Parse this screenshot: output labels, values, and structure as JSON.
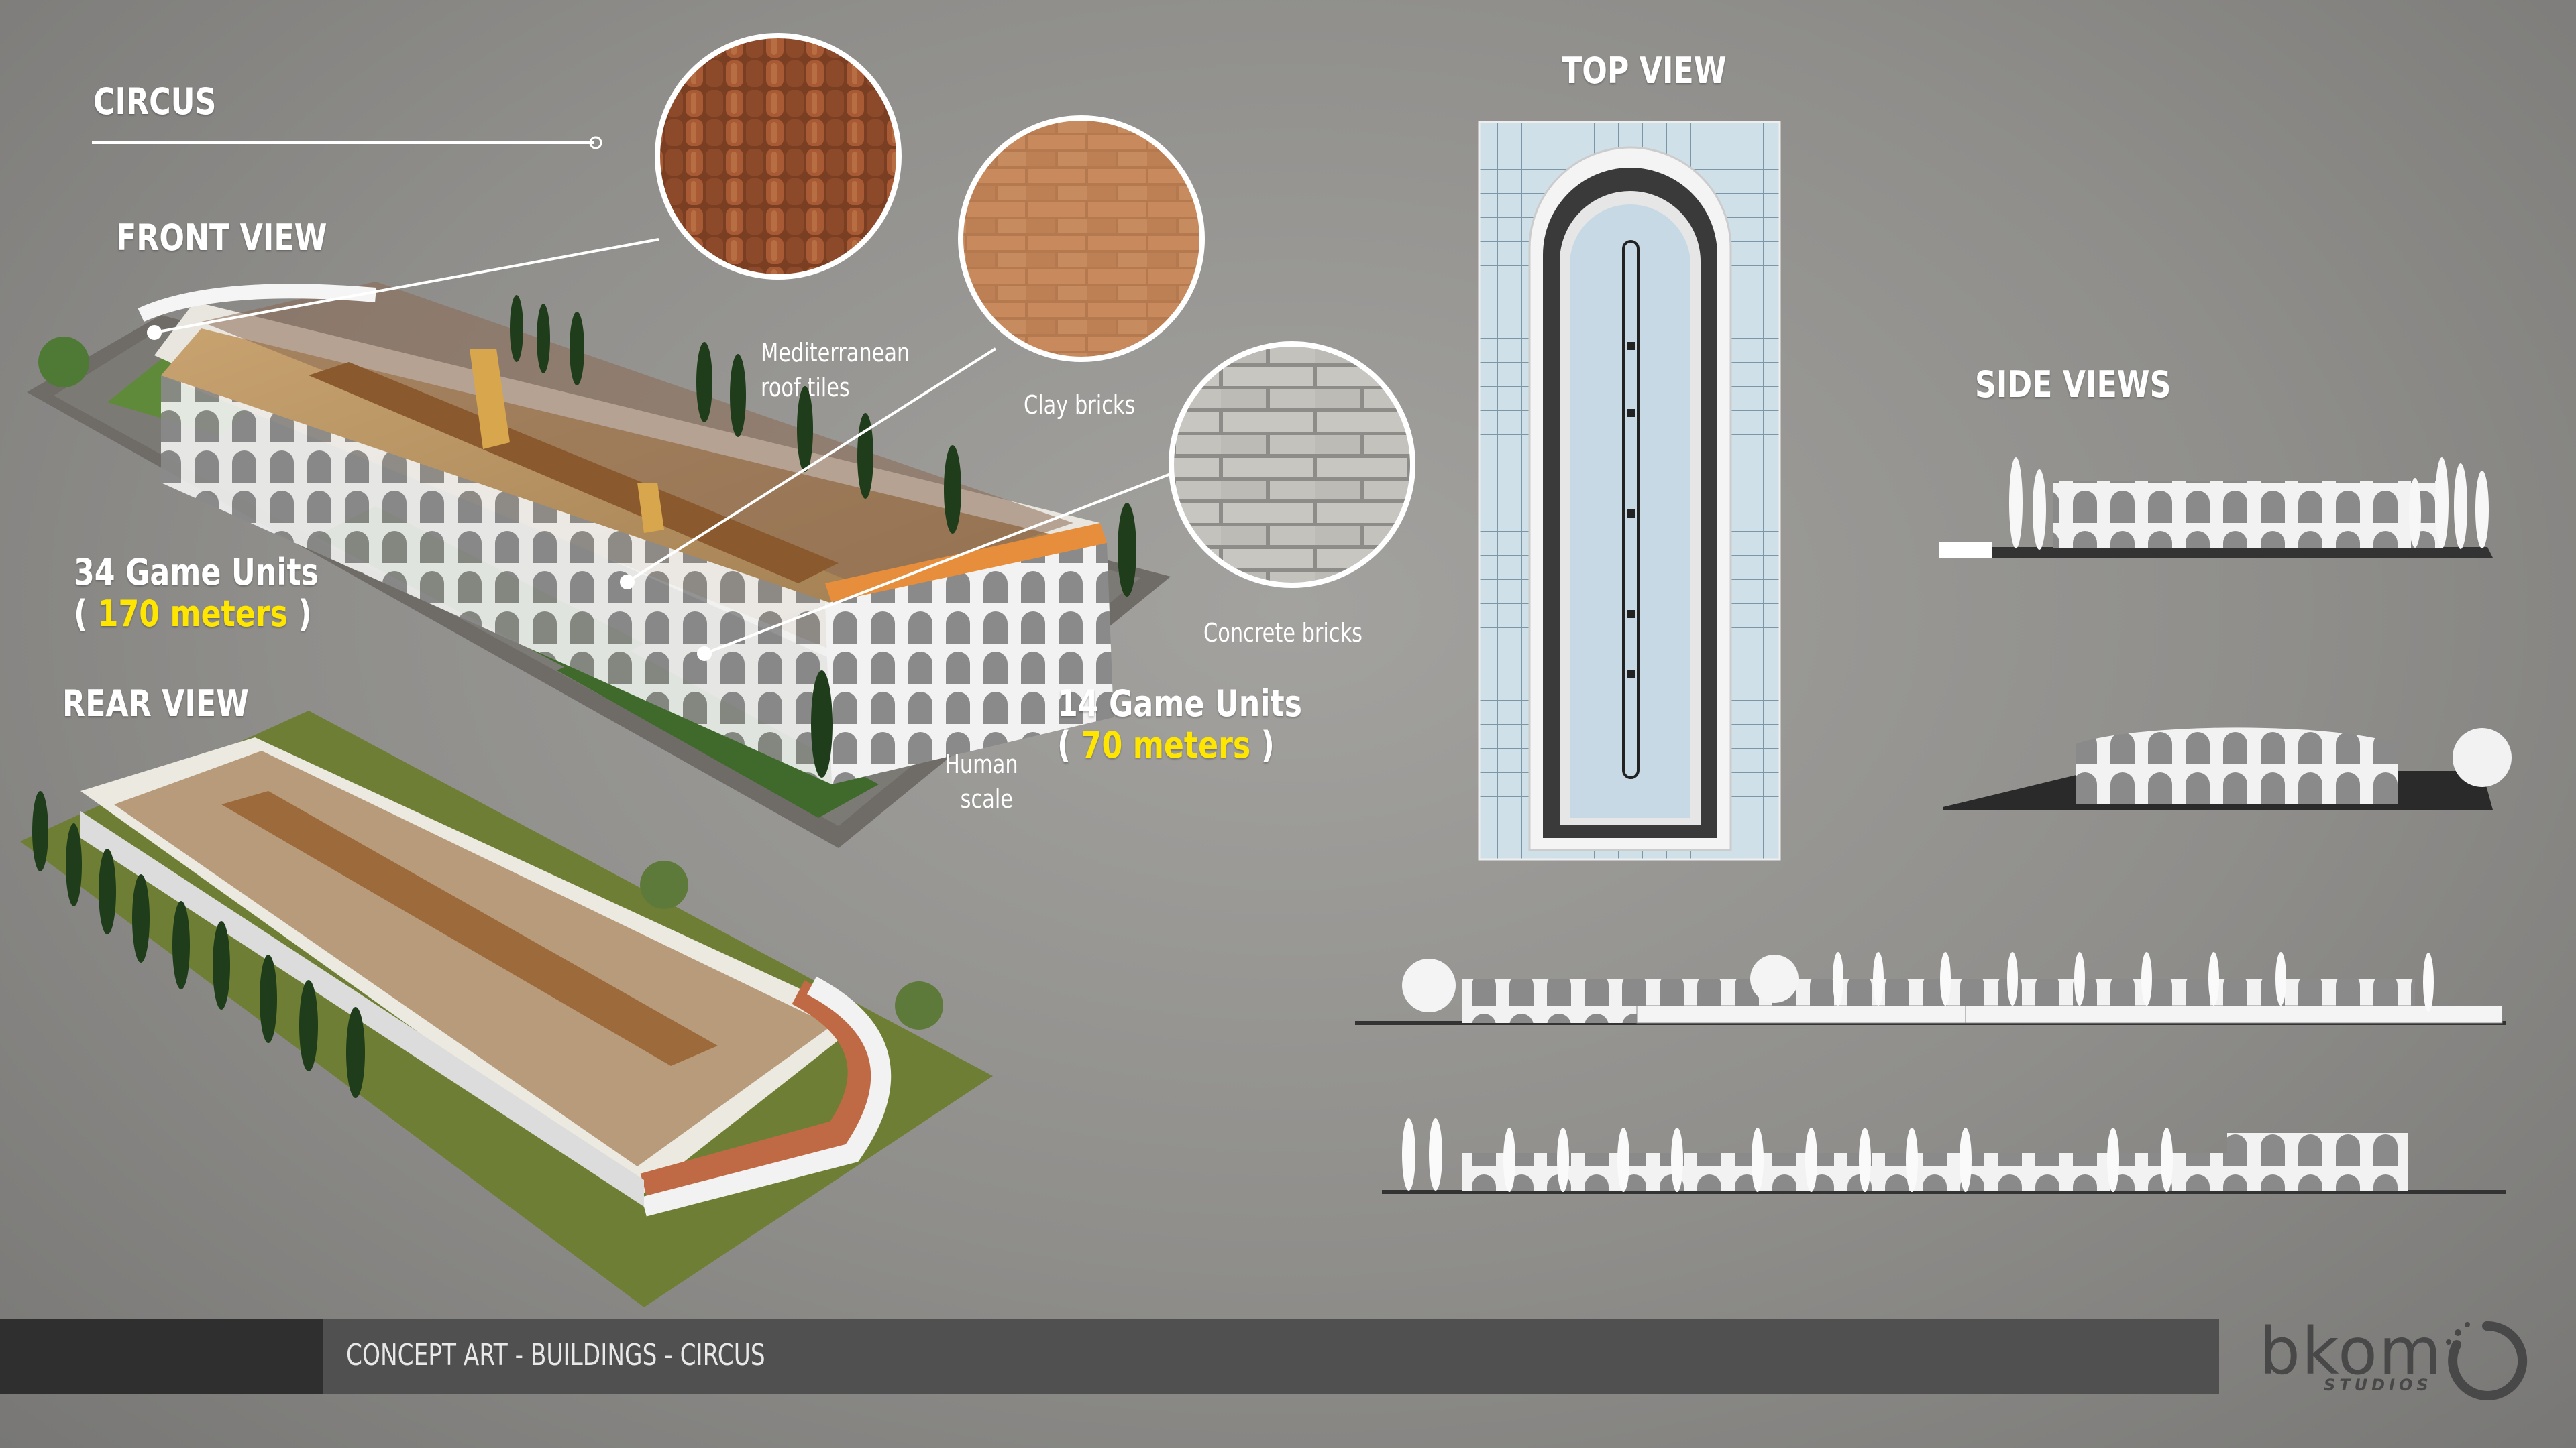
{
  "title": "CIRCUS",
  "front_view": {
    "label": "FRONT VIEW"
  },
  "rear_view": {
    "label": "REAR VIEW"
  },
  "top_view": {
    "label": "TOP VIEW"
  },
  "side_views": {
    "label": "SIDE VIEWS"
  },
  "length": {
    "units": "34 Game Units",
    "open": "( ",
    "meters": "170 meters",
    "close": " )"
  },
  "width": {
    "units": "14 Game Units",
    "open": "( ",
    "meters": "70 meters",
    "close": " )"
  },
  "materials": {
    "roof_line1": "Mediterranean",
    "roof_line2": "roof tiles",
    "clay": "Clay bricks",
    "concrete": "Concrete bricks"
  },
  "human_scale": {
    "line1": "Human",
    "line2": "scale"
  },
  "footer": {
    "text": "CONCEPT ART - BUILDINGS - CIRCUS"
  },
  "logo": {
    "main": "bkom",
    "sub": "STUDIOS"
  },
  "colors": {
    "highlight": "#ffe600",
    "footer_dark": "#2f2f2f",
    "footer_bar": "#505050",
    "label": "#ffffff"
  }
}
